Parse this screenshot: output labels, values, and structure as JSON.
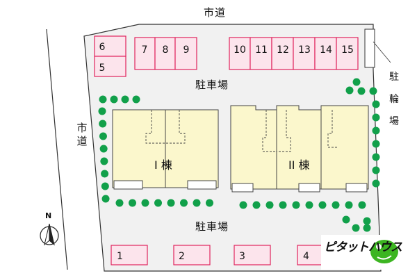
{
  "road_top_label": "市道",
  "road_left_label": "市道",
  "parking_lot_label_top": "駐車場",
  "parking_lot_label_bottom": "駐車場",
  "bicycle_parking_label": "駐輪場",
  "building_1_label": "I 棟",
  "building_2_label": "II 棟",
  "north_label": "N",
  "logo_text": "ピタットハウス",
  "parking_spaces_top": [
    "6",
    "5",
    "7",
    "8",
    "9",
    "10",
    "11",
    "12",
    "13",
    "14",
    "15"
  ],
  "parking_spaces_bottom": [
    "1",
    "2",
    "3",
    "4"
  ],
  "colors": {
    "parking_fill": "#fce4ec",
    "parking_border": "#e0245e",
    "building_fill": "#fbf7cc",
    "tree": "#11a04a",
    "logo_green": "#3cb521"
  }
}
